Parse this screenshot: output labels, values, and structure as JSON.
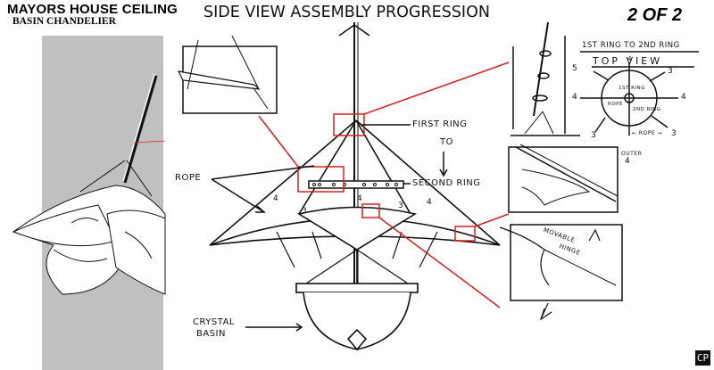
{
  "header": {
    "project_title": "MAYORS HOUSE CEILING",
    "asset_name": "BASIN CHANDELIER",
    "sheet_title": "SIDE VIEW ASSEMBLY PROGRESSION",
    "page_indicator": "2 OF 2"
  },
  "annotations": {
    "rope": "ROPE",
    "first_ring": "FIRST RING",
    "to": "TO",
    "second_ring": "SECOND RING",
    "crystal_basin_line1": "CRYSTAL",
    "crystal_basin_line2": "BASIN",
    "rope_count_left": "4",
    "rope_count_inner_left": "3",
    "rope_count_center": "4",
    "rope_count_inner_right": "3",
    "rope_count_right": "4"
  },
  "top_view": {
    "heading": "1ST RING TO 2ND RING",
    "title": "TOP VIEW",
    "inner_label": "1ST RING",
    "outer_label": "2ND RING",
    "rope_label": "ROPE",
    "rope_arrow_label": "← ROPE →",
    "outer_note": "OUTER",
    "counts": [
      "4",
      "5",
      "3",
      "4",
      "3",
      "3",
      "4",
      "4"
    ]
  },
  "detail_callouts": {
    "hinge_label_1": "MOVABLE",
    "hinge_label_2": "HINGE"
  },
  "colors": {
    "callout_red": "#d62020",
    "panel_grey": "#c0c0c0",
    "ink": "#111111"
  },
  "logo": {
    "text": "CP"
  }
}
